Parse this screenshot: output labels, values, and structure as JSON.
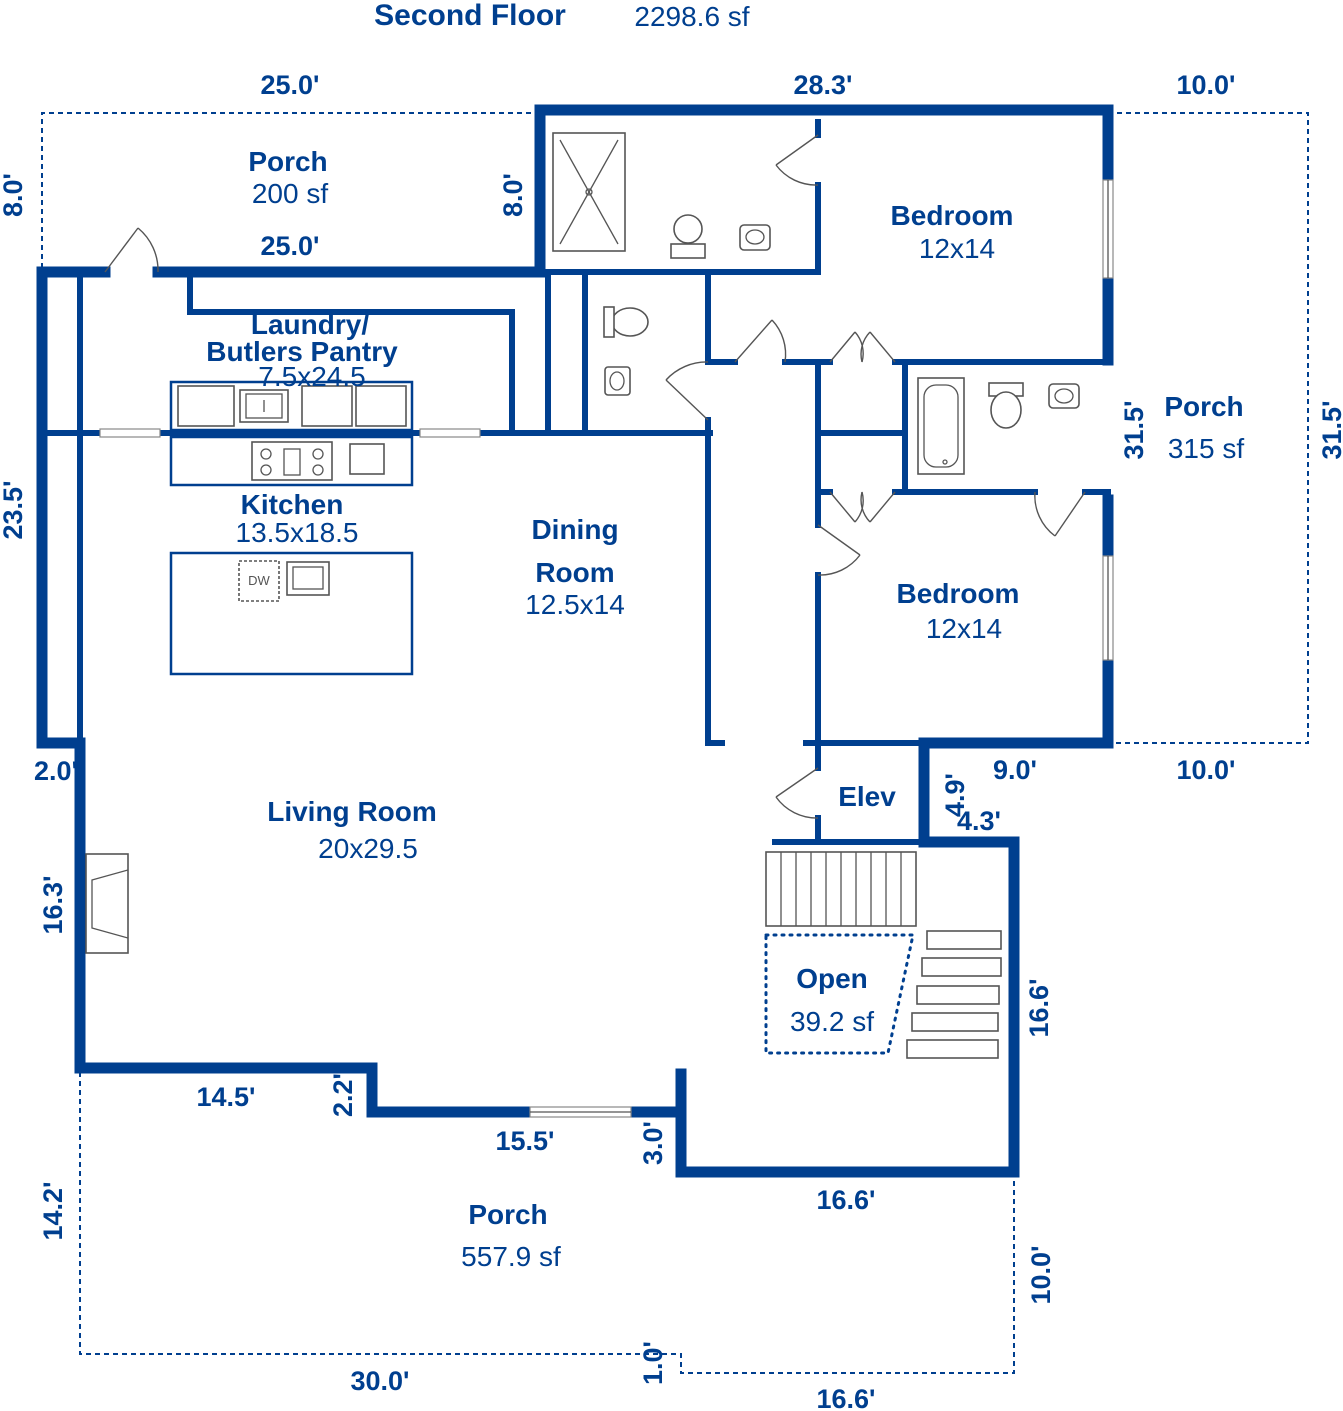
{
  "header": {
    "title": "Second Floor",
    "area": "2298.6 sf"
  },
  "colors": {
    "wall": "#003f8f",
    "fixture": "#555555"
  },
  "rooms": {
    "porch_top": {
      "name": "Porch",
      "area": "200 sf"
    },
    "laundry": {
      "name_line1": "Laundry/",
      "name_line2": "Butlers Pantry",
      "size": "7.5x24.5"
    },
    "kitchen": {
      "name": "Kitchen",
      "size": "13.5x18.5"
    },
    "dining": {
      "name_line1": "Dining",
      "name_line2": "Room",
      "size": "12.5x14"
    },
    "bedroom1": {
      "name": "Bedroom",
      "size": "12x14"
    },
    "bedroom2": {
      "name": "Bedroom",
      "size": "12x14"
    },
    "porch_right": {
      "name": "Porch",
      "area": "315 sf"
    },
    "living": {
      "name": "Living Room",
      "size": "20x29.5"
    },
    "elevator": {
      "name": "Elev"
    },
    "open": {
      "name": "Open",
      "area": "39.2 sf"
    },
    "porch_bottom": {
      "name": "Porch",
      "area": "557.9 sf"
    }
  },
  "fixtures": {
    "dishwasher": "DW"
  },
  "dimensions": {
    "top_left": "25.0'",
    "top_mid": "28.3'",
    "top_right": "10.0'",
    "porch_left": "8.0'",
    "porch_right_side": "8.0'",
    "porch_bottom": "25.0'",
    "left_upper": "23.5'",
    "left_step": "2.0'",
    "left_lower": "16.3'",
    "right_porch_inner": "31.5'",
    "right_porch_outer": "31.5'",
    "elev_bottom": "9.0'",
    "porch_right_bottom": "10.0'",
    "elev_side": "4.9'",
    "stair_top": "4.3'",
    "stair_side": "16.6'",
    "bottom_left": "14.5'",
    "bottom_step": "2.2'",
    "bottom_mid": "15.5'",
    "bottom_step2": "3.0'",
    "bottom_right": "16.6'",
    "porch_left_side": "14.2'",
    "porch_right_side2": "10.0'",
    "porch_bottom_left": "30.0'",
    "porch_jog": "1.0'",
    "porch_bottom_right": "16.6'"
  }
}
